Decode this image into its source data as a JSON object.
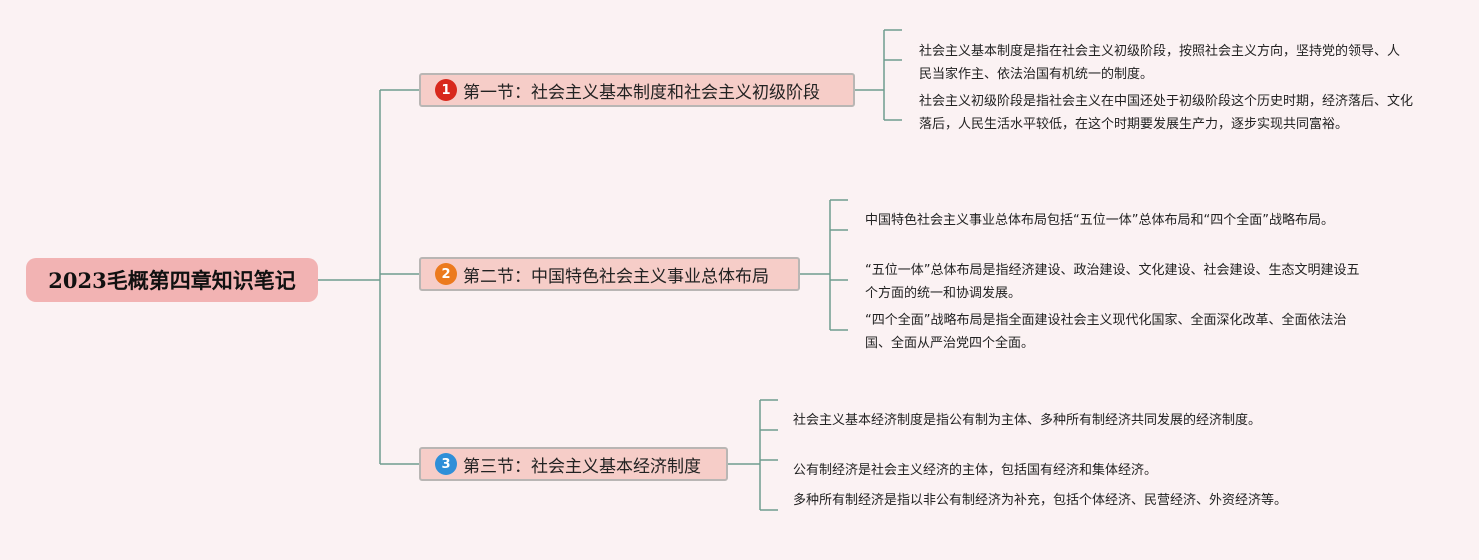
{
  "root": {
    "title": "2023毛概第四章知识笔记"
  },
  "sections": [
    {
      "number": "1",
      "badge_color": "#d8281c",
      "title": "第一节：社会主义基本制度和社会主义初级阶段",
      "items": [
        "社会主义基本制度是指在社会主义初级阶段，按照社会主义方向，坚持党的领导、人民当家作主、依法治国有机统一的制度。",
        "社会主义初级阶段是指社会主义在中国还处于初级阶段这个历史时期，经济落后、文化落后，人民生活水平较低，在这个时期要发展生产力，逐步实现共同富裕。"
      ]
    },
    {
      "number": "2",
      "badge_color": "#ec7a1e",
      "title": "第二节：中国特色社会主义事业总体布局",
      "items": [
        "中国特色社会主义事业总体布局包括“五位一体”总体布局和“四个全面”战略布局。",
        "“五位一体”总体布局是指经济建设、政治建设、文化建设、社会建设、生态文明建设五个方面的统一和协调发展。",
        "“四个全面”战略布局是指全面建设社会主义现代化国家、全面深化改革、全面依法治国、全面从严治党四个全面。"
      ]
    },
    {
      "number": "3",
      "badge_color": "#2f8fd8",
      "title": "第三节：社会主义基本经济制度",
      "items": [
        "社会主义基本经济制度是指公有制为主体、多种所有制经济共同发展的经济制度。",
        "公有制经济是社会主义经济的主体，包括国有经济和集体经济。",
        "多种所有制经济是指以非公有制经济为补充，包括个体经济、民营经济、外资经济等。"
      ]
    }
  ],
  "colors": {
    "line": "#6f9c8f",
    "root_bg": "#f2b3b3",
    "section_bg": "#f6cdc8"
  }
}
